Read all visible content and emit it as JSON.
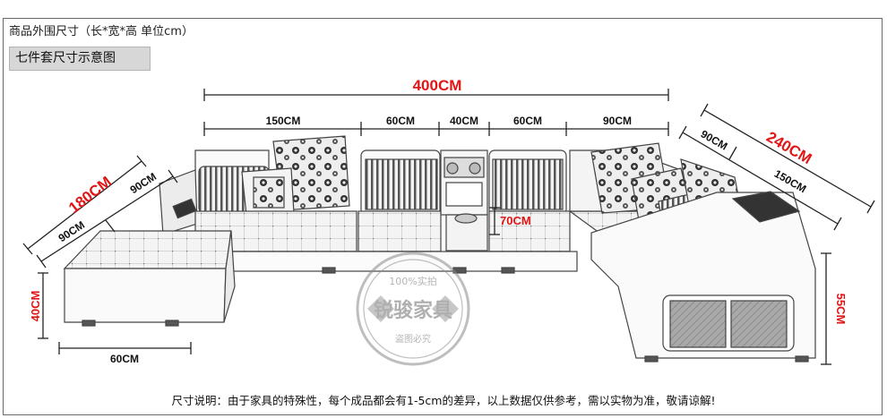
{
  "header": {
    "title": "商品外围尺寸（长*宽*高  单位cm）",
    "badge": "七件套尺寸示意图"
  },
  "dimensions": {
    "total_width": "400CM",
    "seg1": "150CM",
    "seg2": "60CM",
    "seg3": "40CM",
    "seg4": "60CM",
    "seg5": "90CM",
    "left_depth": "180CM",
    "left_depth_a": "90CM",
    "left_depth_b": "90CM",
    "right_depth": "240CM",
    "right_depth_a": "90CM",
    "right_depth_b": "150CM",
    "console_height": "70CM",
    "seat_height": "40CM",
    "chaise_width": "60CM",
    "arm_height": "55CM"
  },
  "watermark": {
    "line1": "100%实拍",
    "brand": "锐骏家具",
    "line3": "盗图必究"
  },
  "footer": {
    "note": "尺寸说明：由于家具的特殊性，每个成品都会有1-5cm的差异，以上数据仅供参考，需以实物为准，敬请谅解!"
  },
  "colors": {
    "dimension_red": "#e01515",
    "badge_bg": "#d7d7d7"
  }
}
